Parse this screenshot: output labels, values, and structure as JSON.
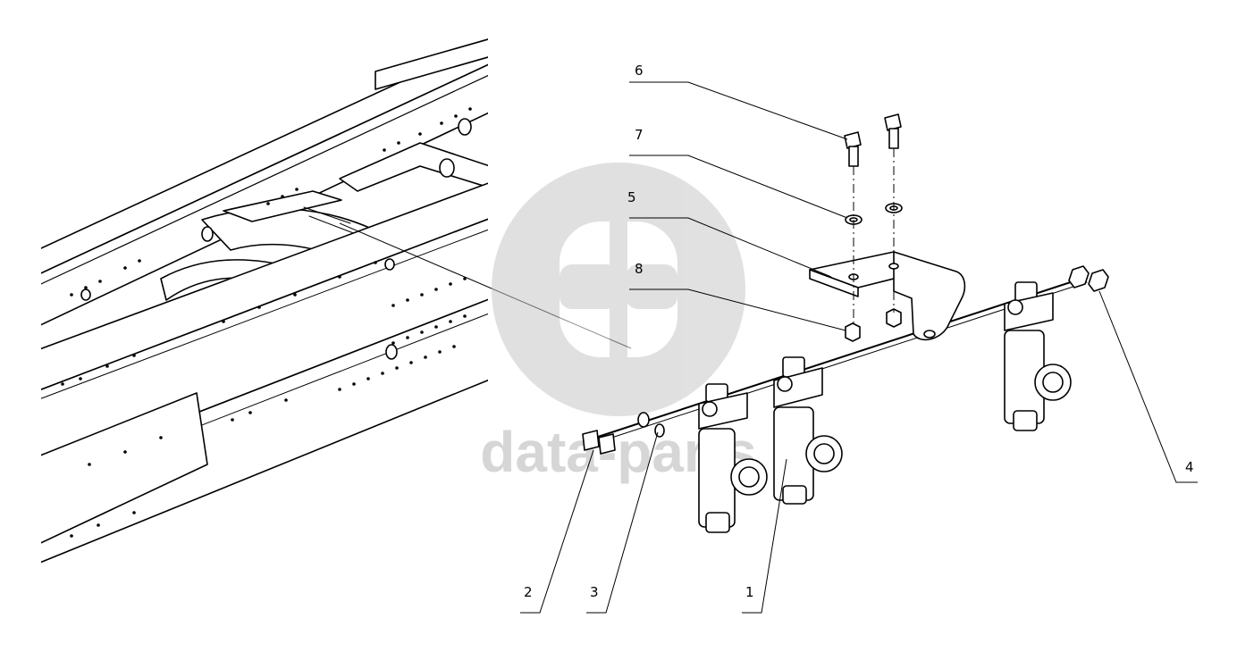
{
  "watermark": {
    "text": "data-parts",
    "color": "#c8c8c8"
  },
  "callouts": [
    {
      "label": "1"
    },
    {
      "label": "2"
    },
    {
      "label": "3"
    },
    {
      "label": "4"
    },
    {
      "label": "5"
    },
    {
      "label": "6"
    },
    {
      "label": "7"
    },
    {
      "label": "8"
    }
  ]
}
